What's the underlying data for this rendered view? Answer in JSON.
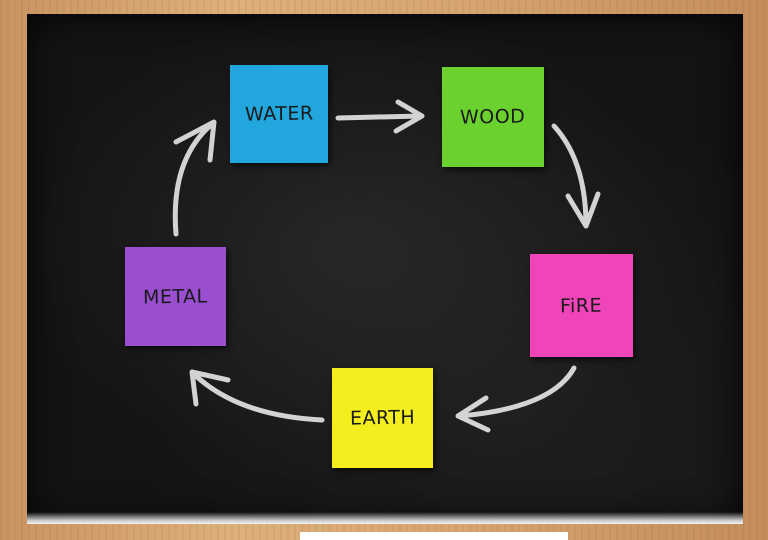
{
  "notes": {
    "water": {
      "label": "WATER",
      "color": "#21a7dd"
    },
    "wood": {
      "label": "WOOD",
      "color": "#6bd12f"
    },
    "fire": {
      "label": "FiRE",
      "color": "#ef45b9"
    },
    "earth": {
      "label": "EARTH",
      "color": "#f4ee1e"
    },
    "metal": {
      "label": "METAL",
      "color": "#9a4fd1"
    }
  },
  "colors": {
    "board": "#141414",
    "chalk": "#e8e8e8",
    "frame": "#d6a571"
  }
}
